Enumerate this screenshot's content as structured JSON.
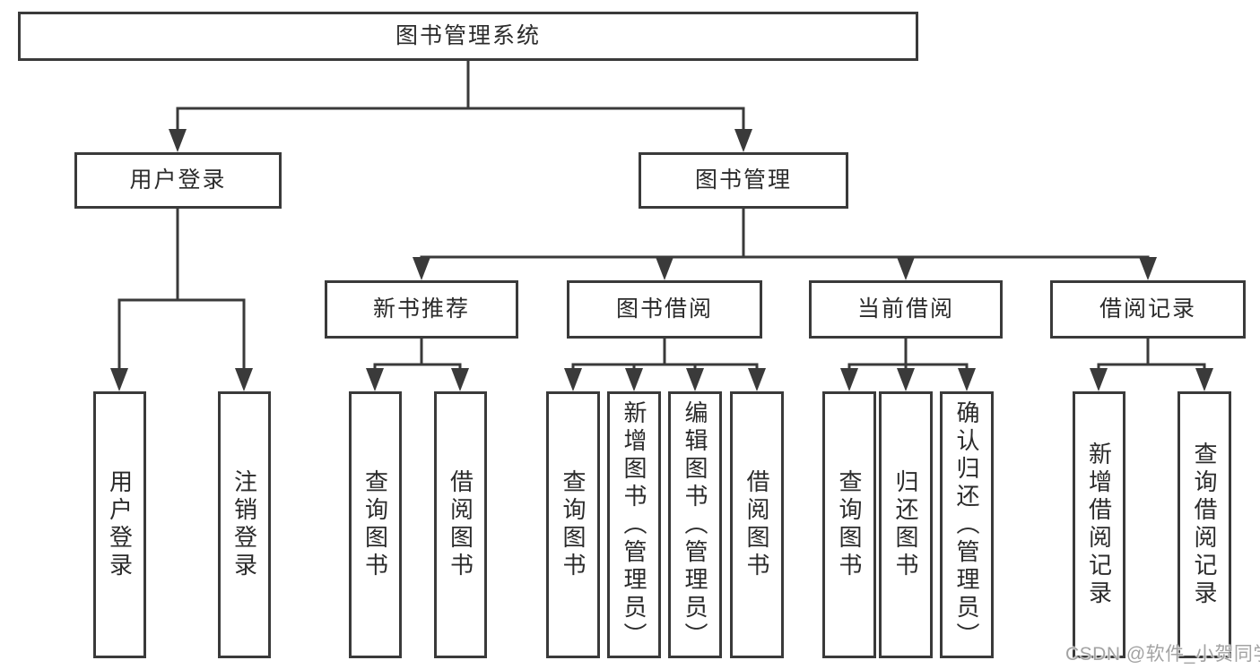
{
  "diagram": {
    "title": "图书管理系统",
    "type": "hierarchy-chart",
    "tree": {
      "label": "图书管理系统",
      "children": [
        {
          "label": "用户登录",
          "children": [
            {
              "label": "用户登录"
            },
            {
              "label": "注销登录"
            }
          ]
        },
        {
          "label": "图书管理",
          "children": [
            {
              "label": "新书推荐",
              "children": [
                {
                  "label": "查询图书"
                },
                {
                  "label": "借阅图书"
                }
              ]
            },
            {
              "label": "图书借阅",
              "children": [
                {
                  "label": "查询图书"
                },
                {
                  "label": "新增图书（管理员）"
                },
                {
                  "label": "编辑图书（管理员）"
                },
                {
                  "label": "借阅图书"
                }
              ]
            },
            {
              "label": "当前借阅",
              "children": [
                {
                  "label": "查询图书"
                },
                {
                  "label": "归还图书"
                },
                {
                  "label": "确认归还（管理员）"
                }
              ]
            },
            {
              "label": "借阅记录",
              "children": [
                {
                  "label": "新增借阅记录"
                },
                {
                  "label": "查询借阅记录"
                }
              ]
            }
          ]
        }
      ]
    },
    "colors": {
      "background": "#ffffff",
      "line": "#3a3a3a",
      "box_border": "#3a3a3a",
      "text": "#2b2b2b",
      "watermark": "#a3a3a3"
    }
  },
  "watermark": {
    "text": "CSDN @软件_小贺同学"
  }
}
